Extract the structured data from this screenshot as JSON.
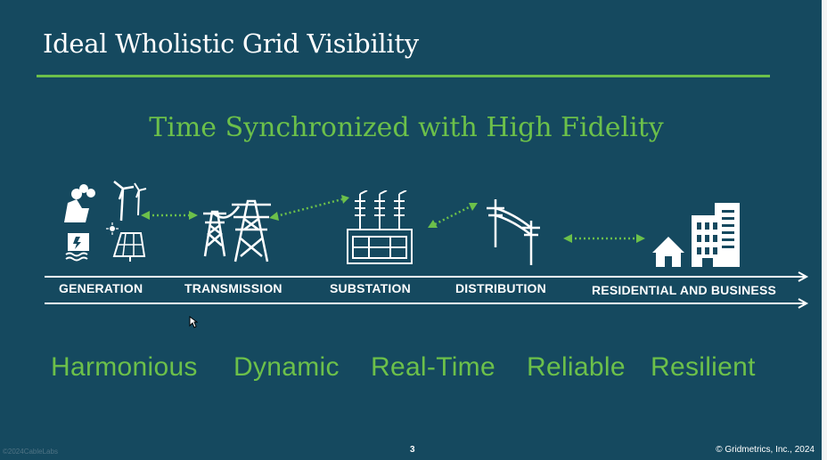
{
  "slide": {
    "title": "Ideal Wholistic Grid Visibility",
    "subtitle": "Time Synchronized with High Fidelity",
    "stages": [
      {
        "label": "GENERATION",
        "icon": "power-generation-icon"
      },
      {
        "label": "TRANSMISSION",
        "icon": "transmission-tower-icon"
      },
      {
        "label": "SUBSTATION",
        "icon": "substation-icon"
      },
      {
        "label": "DISTRIBUTION",
        "icon": "utility-pole-icon"
      },
      {
        "label": "RESIDENTIAL AND BUSINESS",
        "icon": "house-and-building-icon"
      }
    ],
    "attributes": [
      "Harmonious",
      "Dynamic",
      "Real-Time",
      "Reliable",
      "Resilient"
    ],
    "page_number": "3",
    "copyright": "© Gridmetrics, Inc., 2024",
    "watermark": "©2024CableLabs"
  },
  "colors": {
    "background": "#15495f",
    "accent_green": "#6cc04a",
    "text": "#ffffff"
  }
}
